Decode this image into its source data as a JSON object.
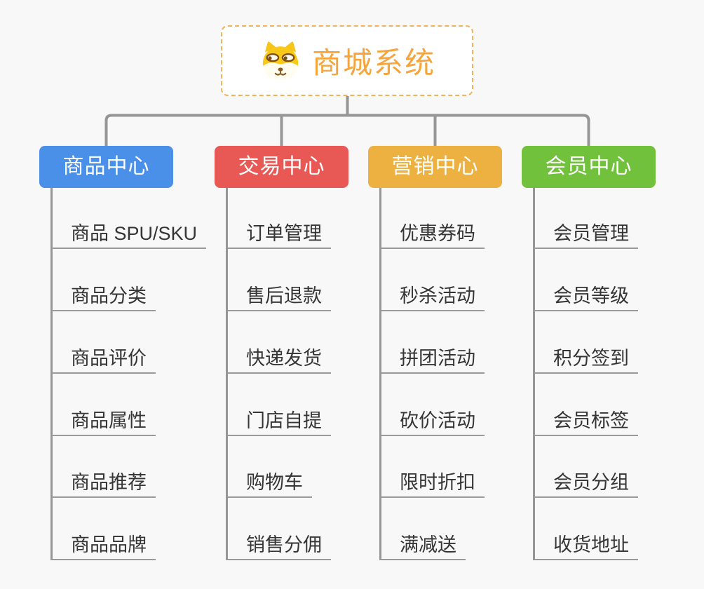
{
  "root": {
    "title": "商城系统",
    "title_color": "#f5a53b",
    "border_color": "#f2b257",
    "icon": "shiba-dog-icon"
  },
  "connector_color": "#969696",
  "underline_color": "#9a9a9a",
  "branches": [
    {
      "label": "商品中心",
      "color": "#4a90e8",
      "items": [
        "商品 SPU/SKU",
        "商品分类",
        "商品评价",
        "商品属性",
        "商品推荐",
        "商品品牌"
      ]
    },
    {
      "label": "交易中心",
      "color": "#e85955",
      "items": [
        "订单管理",
        "售后退款",
        "快递发货",
        "门店自提",
        "购物车",
        "销售分佣"
      ]
    },
    {
      "label": "营销中心",
      "color": "#ecb140",
      "items": [
        "优惠券码",
        "秒杀活动",
        "拼团活动",
        "砍价活动",
        "限时折扣",
        "满减送"
      ]
    },
    {
      "label": "会员中心",
      "color": "#72c13c",
      "items": [
        "会员管理",
        "会员等级",
        "积分签到",
        "会员标签",
        "会员分组",
        "收货地址"
      ]
    }
  ]
}
